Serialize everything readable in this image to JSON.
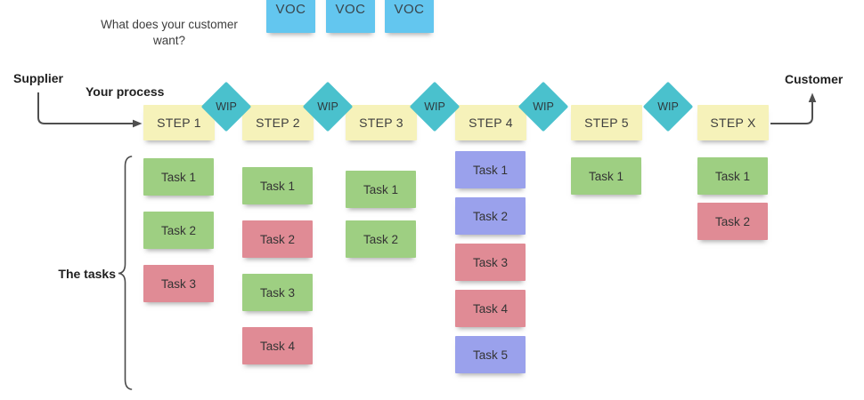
{
  "question": "What does your customer want?",
  "labels": {
    "supplier": "Supplier",
    "your_process": "Your process",
    "customer": "Customer",
    "tasks": "The tasks"
  },
  "voc_notes": [
    "VOC",
    "VOC",
    "VOC"
  ],
  "steps": [
    "STEP 1",
    "STEP 2",
    "STEP 3",
    "STEP 4",
    "STEP 5",
    "STEP X"
  ],
  "wip_labels": [
    "WIP",
    "WIP",
    "WIP",
    "WIP",
    "WIP"
  ],
  "task_columns": [
    {
      "step": "STEP 1",
      "tasks": [
        {
          "label": "Task 1",
          "color": "green"
        },
        {
          "label": "Task 2",
          "color": "green"
        },
        {
          "label": "Task 3",
          "color": "red"
        }
      ]
    },
    {
      "step": "STEP 2",
      "tasks": [
        {
          "label": "Task 1",
          "color": "green"
        },
        {
          "label": "Task 2",
          "color": "red"
        },
        {
          "label": "Task 3",
          "color": "green"
        },
        {
          "label": "Task 4",
          "color": "red"
        }
      ]
    },
    {
      "step": "STEP 3",
      "tasks": [
        {
          "label": "Task 1",
          "color": "green"
        },
        {
          "label": "Task 2",
          "color": "green"
        }
      ]
    },
    {
      "step": "STEP 4",
      "tasks": [
        {
          "label": "Task 1",
          "color": "purple"
        },
        {
          "label": "Task 2",
          "color": "purple"
        },
        {
          "label": "Task 3",
          "color": "red"
        },
        {
          "label": "Task 4",
          "color": "red"
        },
        {
          "label": "Task 5",
          "color": "purple"
        }
      ]
    },
    {
      "step": "STEP 5",
      "tasks": [
        {
          "label": "Task 1",
          "color": "green"
        }
      ]
    },
    {
      "step": "STEP X",
      "tasks": [
        {
          "label": "Task 1",
          "color": "green"
        },
        {
          "label": "Task 2",
          "color": "red"
        }
      ]
    }
  ],
  "colors": {
    "voc_blue": "#63C6EF",
    "step_yellow": "#F6F2BA",
    "wip_teal": "#4AC1CD",
    "task_green": "#9ECF82",
    "task_red": "#E08B95",
    "task_purple": "#9AA1EC",
    "arrow_gray": "#4f4f4f",
    "brace_gray": "#4a4a4a"
  }
}
